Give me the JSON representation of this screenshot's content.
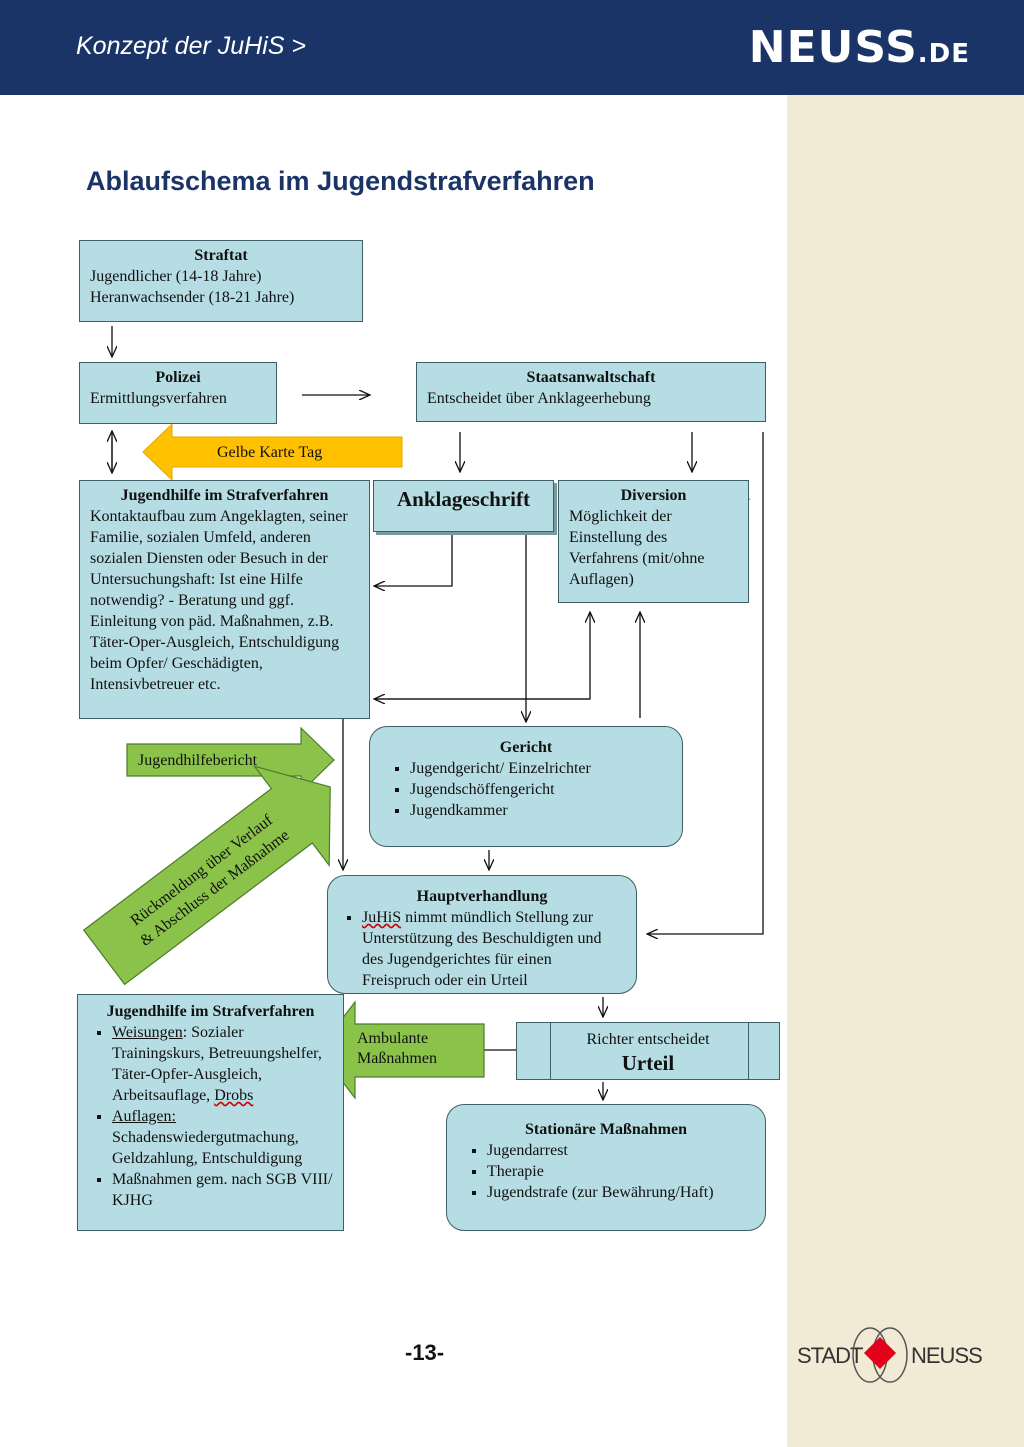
{
  "header": {
    "title": "Konzept der JuHiS >",
    "logo_main": "NEUSS",
    "logo_suffix": ".DE"
  },
  "page_title": "Ablaufschema im Jugendstrafverfahren",
  "boxes": {
    "straftat": {
      "title": "Straftat",
      "lines": [
        "Jugendlicher (14-18  Jahre)",
        "Heranwachsender (18-21  Jahre)"
      ]
    },
    "polizei": {
      "title": "Polizei",
      "lines": [
        "Ermittlungsverfahren"
      ]
    },
    "staatsanwaltschaft": {
      "title": "Staatsanwaltschaft",
      "lines": [
        "Entscheidet über Anklageerhebung"
      ]
    },
    "jugendhilfe1": {
      "title": "Jugendhilfe im Strafverfahren",
      "text": "Kontaktaufbau zum Angeklagten, seiner Familie, sozialen Umfeld, anderen sozialen Diensten oder Besuch in der Untersuchungshaft: Ist eine Hilfe notwendig? - Beratung und ggf. Einleitung von päd. Maßnahmen, z.B. Täter-Oper-Ausgleich, Entschuldigung beim Opfer/ Geschädigten, Intensivbetreuer etc."
    },
    "anklageschrift": {
      "title": "Anklageschrift"
    },
    "diversion": {
      "title": "Diversion",
      "text": "Möglichkeit der Einstellung des Verfahrens (mit/ohne Auflagen)"
    },
    "gericht": {
      "title": "Gericht",
      "items": [
        "Jugendgericht/ Einzelrichter",
        "Jugendschöffengericht",
        "Jugendkammer"
      ]
    },
    "hauptverhandlung": {
      "title": "Hauptverhandlung",
      "juhis": "JuHiS",
      "text": " nimmt mündlich Stellung zur Unterstützung des Beschuldigten und des Jugendgerichtes für einen Freispruch oder ein Urteil"
    },
    "jugendhilfe2": {
      "title": "Jugendhilfe im Strafverfahren",
      "weisungen_label": "Weisungen",
      "weisungen_text": ": Sozialer Trainingskurs, Betreuungshelfer, Täter-Opfer-Ausgleich, Arbeitsauflage, ",
      "drobs": "Drobs",
      "auflagen_label": "Auflagen:",
      "auflagen_text": " Schadenswiedergutmachung, Geldzahlung, Entschuldigung",
      "massnahmen": "Maßnahmen gem. nach SGB VIII/ KJHG"
    },
    "urteil": {
      "line1": "Richter entscheidet",
      "line2": "Urteil"
    },
    "stationaer": {
      "title": "Stationäre Maßnahmen",
      "items": [
        "Jugendarrest",
        "Therapie",
        "Jugendstrafe (zur Bewährung/Haft)"
      ]
    }
  },
  "arrows": {
    "gelbe_karte": "Gelbe  Karte Tag",
    "jugendhilfebericht": "Jugendhilfebericht",
    "rueckmeldung_1": "Rückmeldung  über Verlauf",
    "rueckmeldung_2": "& Abschluss der Maßnahme",
    "ambulante_1": "Ambulante",
    "ambulante_2": "Maßnahmen"
  },
  "colors": {
    "header_bg": "#1b3468",
    "side_bg": "#f1ead4",
    "box_fill": "#b6dde3",
    "yellow_arrow": "#ffc000",
    "green_arrow": "#8bc34a"
  },
  "page_number": "-13-",
  "footer_logo": {
    "left": "STADT",
    "right": "NEUSS"
  }
}
